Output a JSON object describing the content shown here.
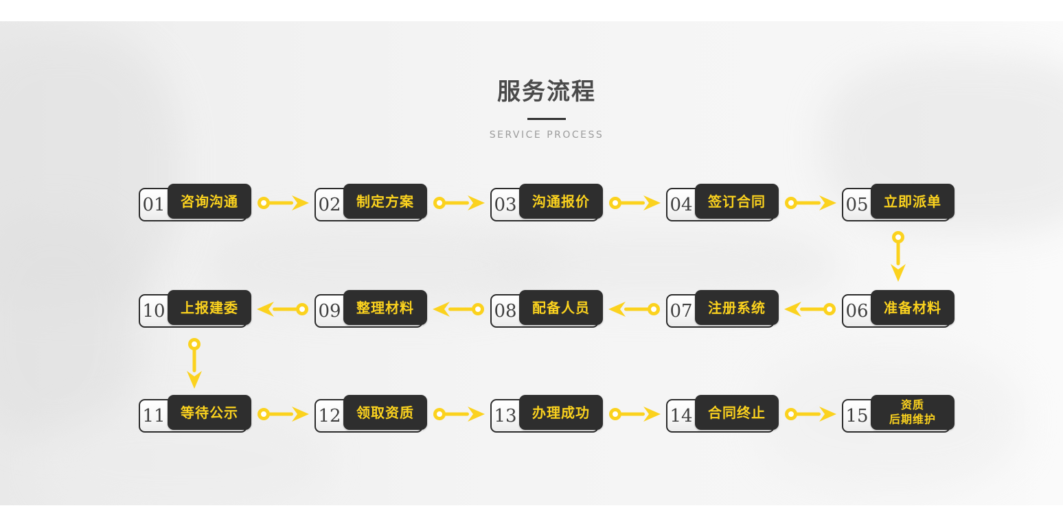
{
  "header": {
    "title": "服务流程",
    "subtitle": "SERVICE PROCESS"
  },
  "colors": {
    "accent": "#FBD21E",
    "dark-box": "#2E2E2E",
    "box-border": "#2B2B2B",
    "num-color": "#3F3F3F",
    "title-color": "#4A4A4A",
    "subtitle-color": "#9B9B9B"
  },
  "steps": [
    {
      "num": "01",
      "label": "咨询沟通"
    },
    {
      "num": "02",
      "label": "制定方案"
    },
    {
      "num": "03",
      "label": "沟通报价"
    },
    {
      "num": "04",
      "label": "签订合同"
    },
    {
      "num": "05",
      "label": "立即派单"
    },
    {
      "num": "06",
      "label": "准备材料"
    },
    {
      "num": "07",
      "label": "注册系统"
    },
    {
      "num": "08",
      "label": "配备人员"
    },
    {
      "num": "09",
      "label": "整理材料"
    },
    {
      "num": "10",
      "label": "上报建委"
    },
    {
      "num": "11",
      "label": "等待公示"
    },
    {
      "num": "12",
      "label": "领取资质"
    },
    {
      "num": "13",
      "label": "办理成功"
    },
    {
      "num": "14",
      "label": "合同终止"
    },
    {
      "num": "15",
      "label_line1": "资质",
      "label_line2": "后期维护"
    }
  ],
  "icons": {
    "arrow_right": "arrow-right-icon",
    "arrow_left": "arrow-left-icon",
    "arrow_down": "arrow-down-icon"
  }
}
